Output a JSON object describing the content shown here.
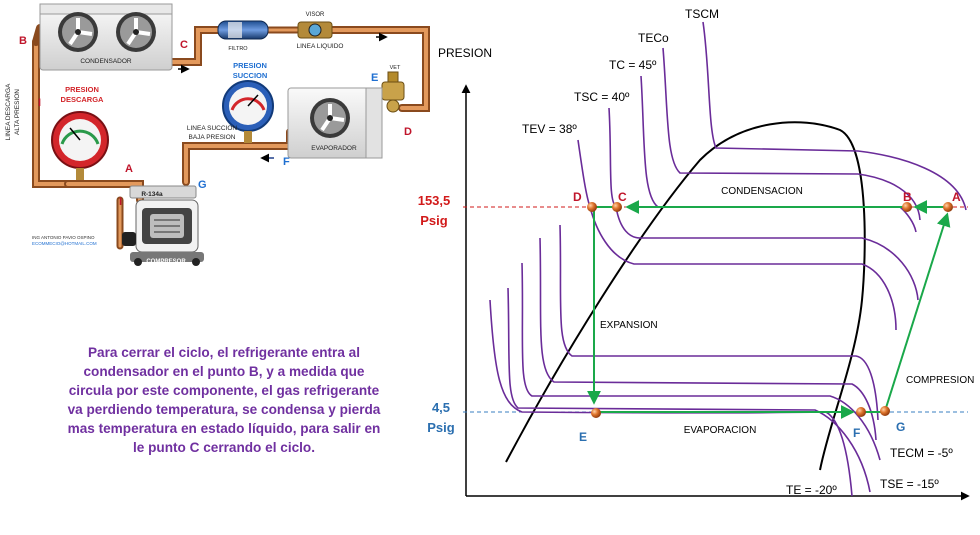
{
  "system": {
    "points": {
      "a": "A",
      "b": "B",
      "c": "C",
      "d": "D",
      "e": "E",
      "f": "F",
      "g": "G"
    },
    "arrow_marks": {
      "discharge": "I",
      "compressor": "I"
    },
    "condensador_label": "CONDENSADOR",
    "filtro_label": "FILTRO",
    "visor_label": "VISOR",
    "linea_liquido_label": "LINEA LIQUIDO",
    "vet_label": "VET",
    "linea_descarga_label": "LINEA DESCARGA",
    "alta_presion_label": "ALTA PRESION",
    "presion_descarga_label_1": "PRESION",
    "presion_descarga_label_2": "DESCARGA",
    "presion_succion_label_1": "PRESION",
    "presion_succion_label_2": "SUCCION",
    "linea_succion_label": "LINEA SUCCION",
    "baja_presion_label": "BAJA PRESION",
    "evaporador_label": "EVAPORADOR",
    "refrigerant_label": "R-134a",
    "compresor_label": "COMPRESOR",
    "author_line_1": "ING ANTONIO PAVIO OSPINO",
    "author_line_2": "ECOMMECIO@HOTMAIL.COM"
  },
  "caption": {
    "lines": [
      "Para cerrar el ciclo, el refrigerante entra al",
      "condensador en el punto B, y a medida que",
      "circula por este componente, el gas refrigerante",
      "va perdiendo temperatura, se condensa y pierda",
      "mas temperatura en estado líquido, para salir en",
      "le punto C cerrando el ciclo."
    ]
  },
  "diagram": {
    "y_axis_label": "PRESION",
    "high_pressure": {
      "value": "153,5",
      "unit": "Psig"
    },
    "low_pressure": {
      "value": "4,5",
      "unit": "Psig"
    },
    "isotherms": {
      "tscm": "TSCM",
      "teco": "TECo",
      "tc": "TC = 45º",
      "tsc": "TSC = 40º",
      "tev": "TEV = 38º",
      "tecm": "TECM = -5º",
      "tse": "TSE = -15º",
      "te": "TE = -20º"
    },
    "process_labels": {
      "condensacion": "CONDENSACION",
      "expansion": "EXPANSION",
      "evaporacion": "EVAPORACION",
      "compresion": "COMPRESION"
    },
    "points": {
      "a": "A",
      "b": "B",
      "c": "C",
      "d": "D",
      "e": "E",
      "f": "F",
      "g": "G"
    },
    "colors": {
      "cycle": "#1aa84a",
      "isotherm": "#6a2c99",
      "high_line": "#d21a1a",
      "low_line": "#3a7fc0",
      "point": "#c0531a"
    }
  }
}
